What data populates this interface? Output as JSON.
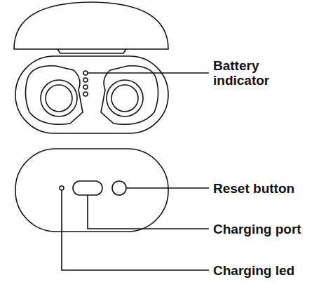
{
  "diagram": {
    "labels": [
      "Battery indicator",
      "Reset button",
      "Charging port",
      "Charging led"
    ]
  }
}
